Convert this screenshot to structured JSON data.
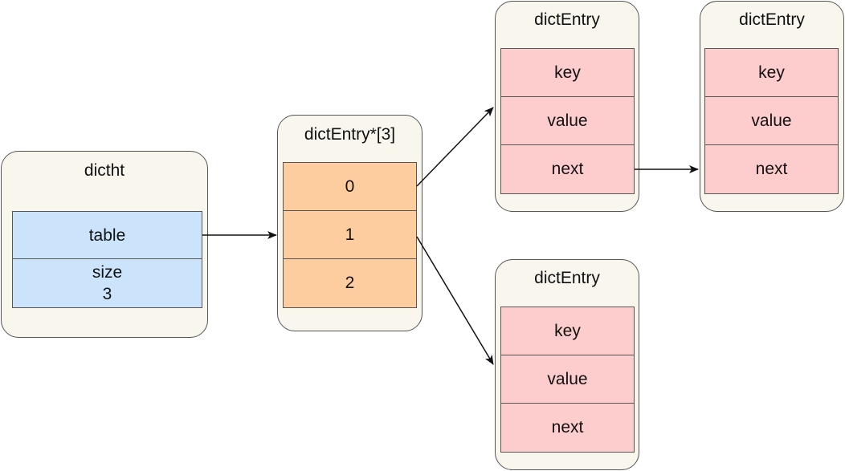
{
  "dictht": {
    "title": "dictht",
    "table_label": "table",
    "size_label": "size",
    "size_value": "3"
  },
  "array": {
    "title": "dictEntry*[3]",
    "slots": [
      "0",
      "1",
      "2"
    ]
  },
  "entries": [
    {
      "title": "dictEntry",
      "fields": [
        "key",
        "value",
        "next"
      ]
    },
    {
      "title": "dictEntry",
      "fields": [
        "key",
        "value",
        "next"
      ]
    },
    {
      "title": "dictEntry",
      "fields": [
        "key",
        "value",
        "next"
      ]
    }
  ],
  "colors": {
    "container_bg": "#f9f7ed",
    "dictht_cell": "#cce4fb",
    "array_cell": "#fdcd9f",
    "entry_cell": "#fdcccd",
    "stroke": "#555555"
  }
}
